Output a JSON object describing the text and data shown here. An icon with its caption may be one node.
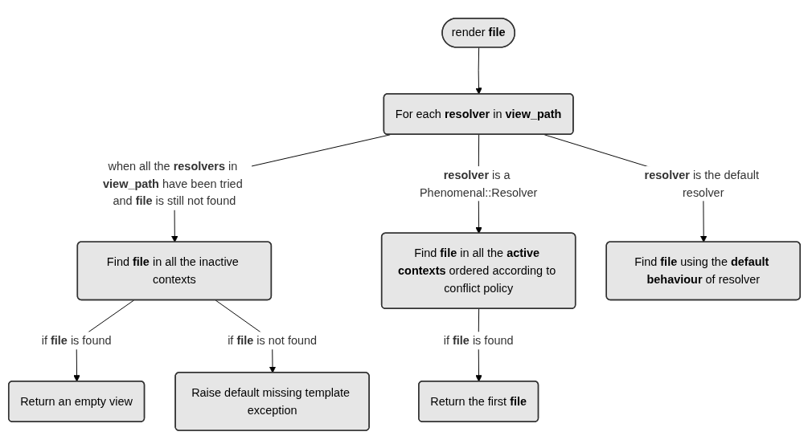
{
  "diagram": {
    "nodes": [
      {
        "text": [
          "render **file**"
        ]
      },
      {
        "text": [
          "For each **resolver** in **view_path**"
        ]
      },
      {
        "text": [
          "Find **file** in all the inactive contexts"
        ]
      },
      {
        "text": [
          "Find **file** in all the **active contexts** ordered according to conflict policy"
        ]
      },
      {
        "text": [
          "Find **file** using the **default behaviour** of resolver"
        ]
      },
      {
        "text": [
          "Raise default missing template exception"
        ]
      },
      {
        "text": [
          "Return the first **file**"
        ]
      },
      {
        "text": [
          "Return an empty view"
        ]
      }
    ],
    "edges": [
      {
        "from": 0,
        "to": 1,
        "arrow": "to"
      },
      {
        "from": 1,
        "to": 2,
        "arrow": "to",
        "label": "when all the **resolvers** in **view_path** have been tried and **file** is still not found"
      },
      {
        "from": 1,
        "to": 3,
        "arrow": "to",
        "label": "**resolver** is a Phenomenal::Resolver"
      },
      {
        "from": 1,
        "to": 4,
        "arrow": "to",
        "label": "**resolver** is the default resolver"
      },
      {
        "from": 2,
        "to": 7,
        "arrow": "to",
        "label": "if **file** is found"
      },
      {
        "from": 2,
        "to": 5,
        "arrow": "to",
        "label": "if **file** is not found"
      },
      {
        "from": 3,
        "to": 6,
        "arrow": "to",
        "label": "if **file** is found"
      }
    ]
  }
}
